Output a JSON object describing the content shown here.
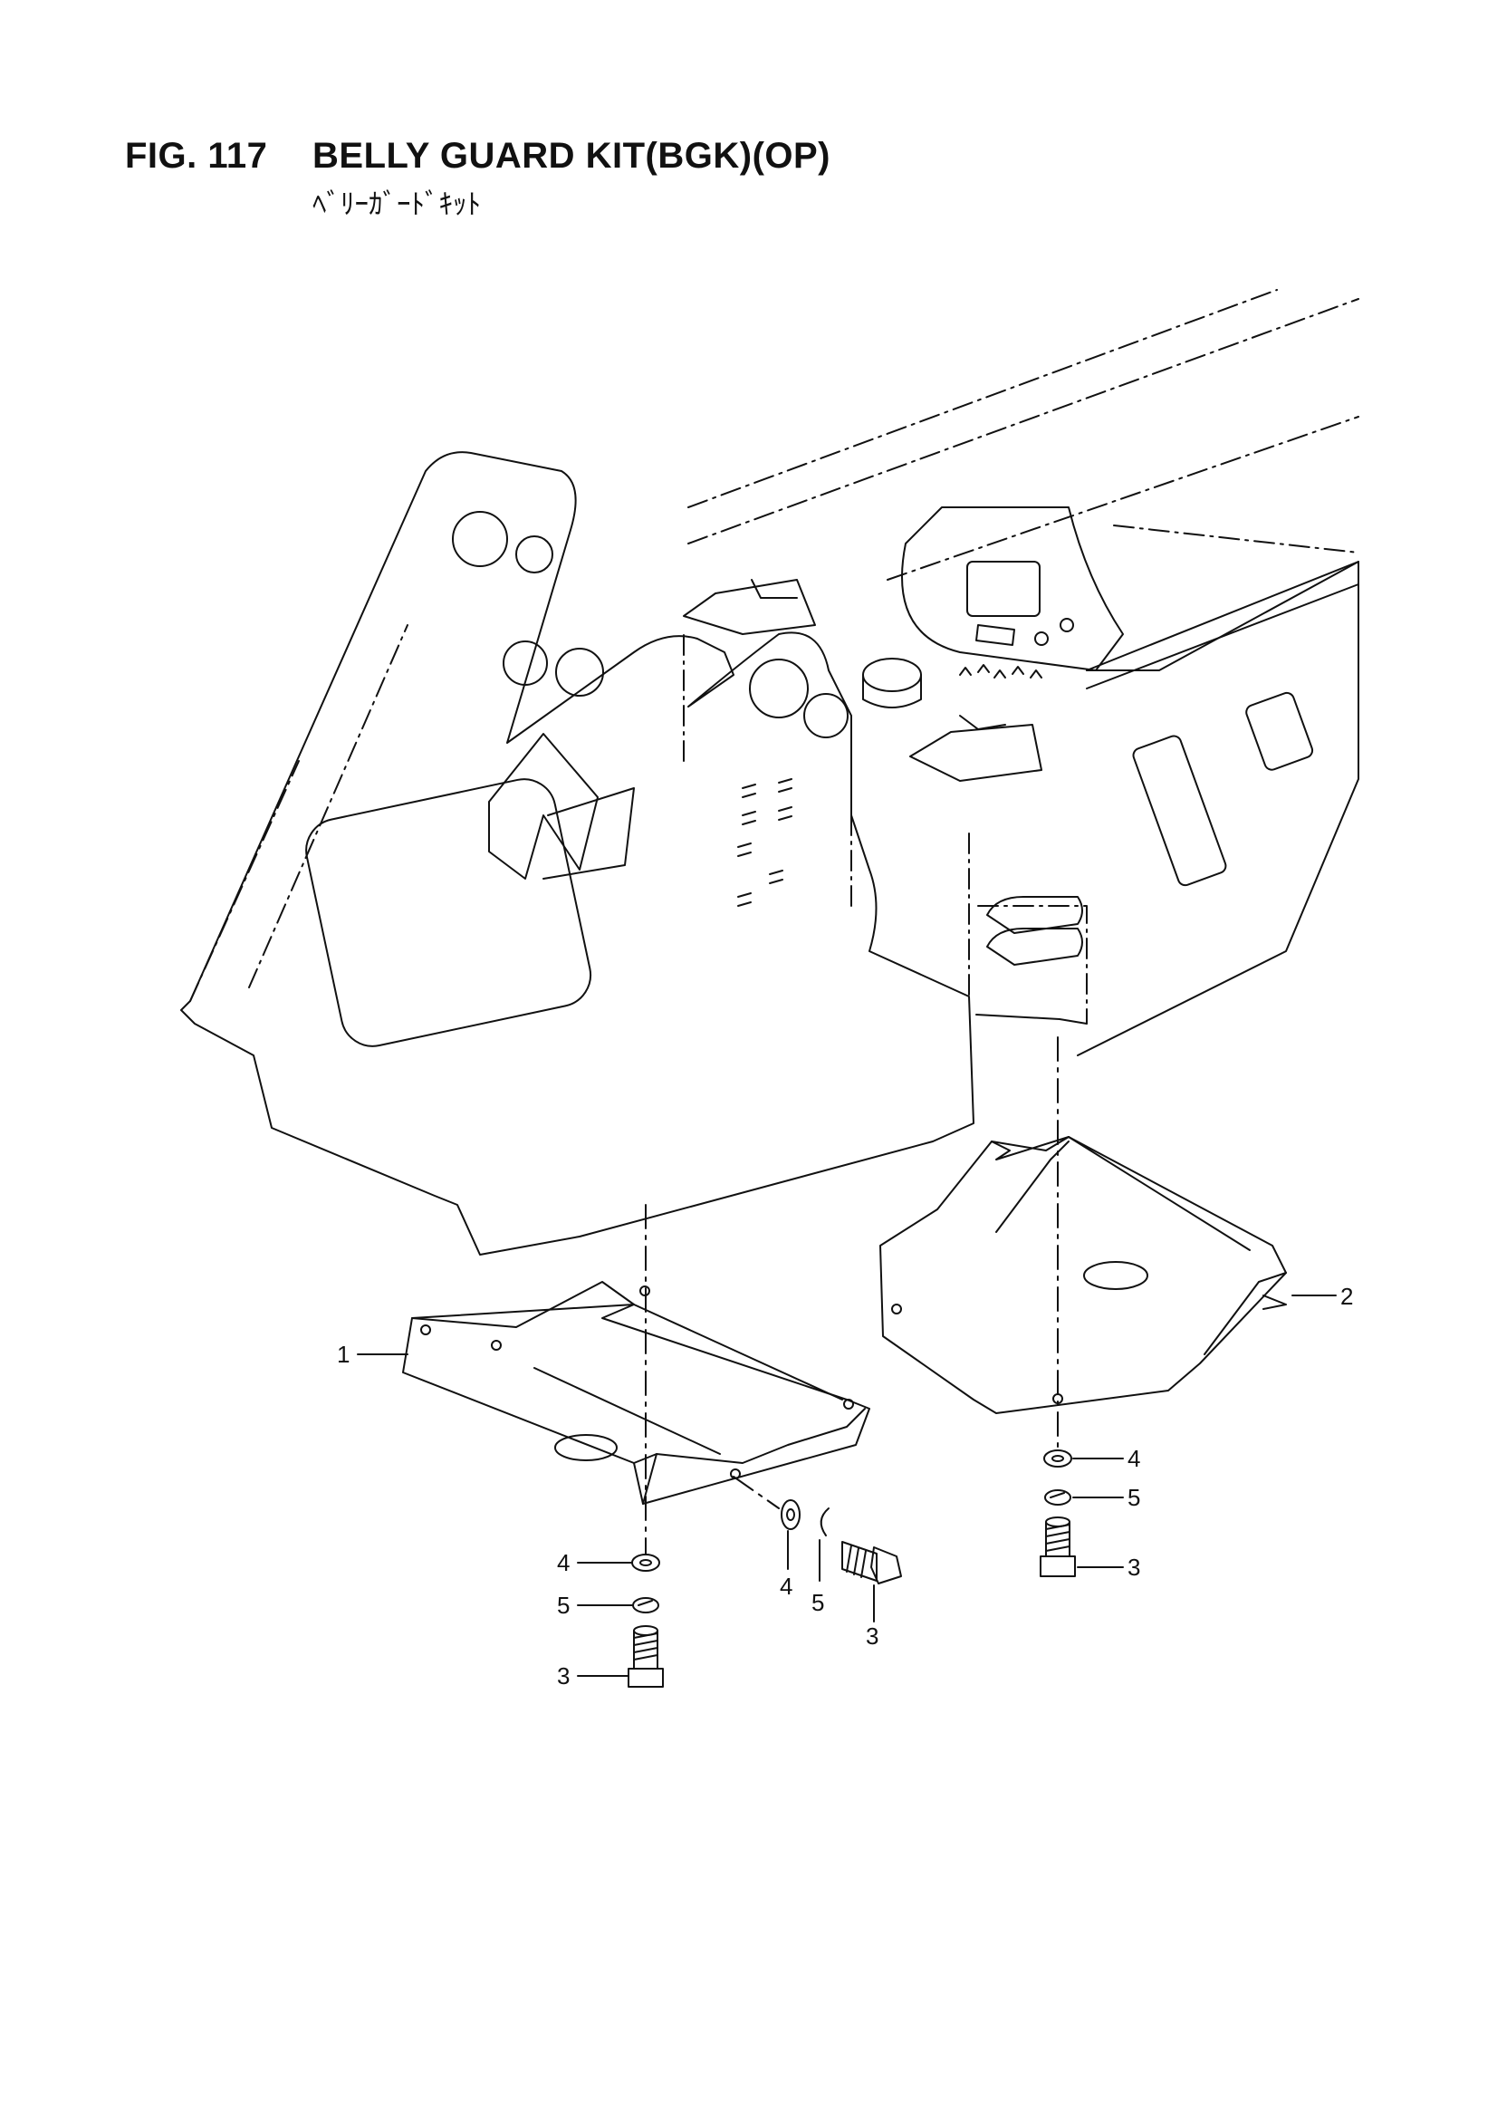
{
  "figure": {
    "number": "FIG. 117",
    "title": "BELLY GUARD KIT(BGK)(OP)",
    "subtitle": "ﾍﾞﾘｰｶﾞｰﾄﾞｷｯﾄ"
  },
  "callouts": [
    {
      "id": "1",
      "label": "1"
    },
    {
      "id": "2",
      "label": "2"
    },
    {
      "id": "3",
      "label": "3"
    },
    {
      "id": "4",
      "label": "4"
    },
    {
      "id": "5",
      "label": "5"
    }
  ]
}
